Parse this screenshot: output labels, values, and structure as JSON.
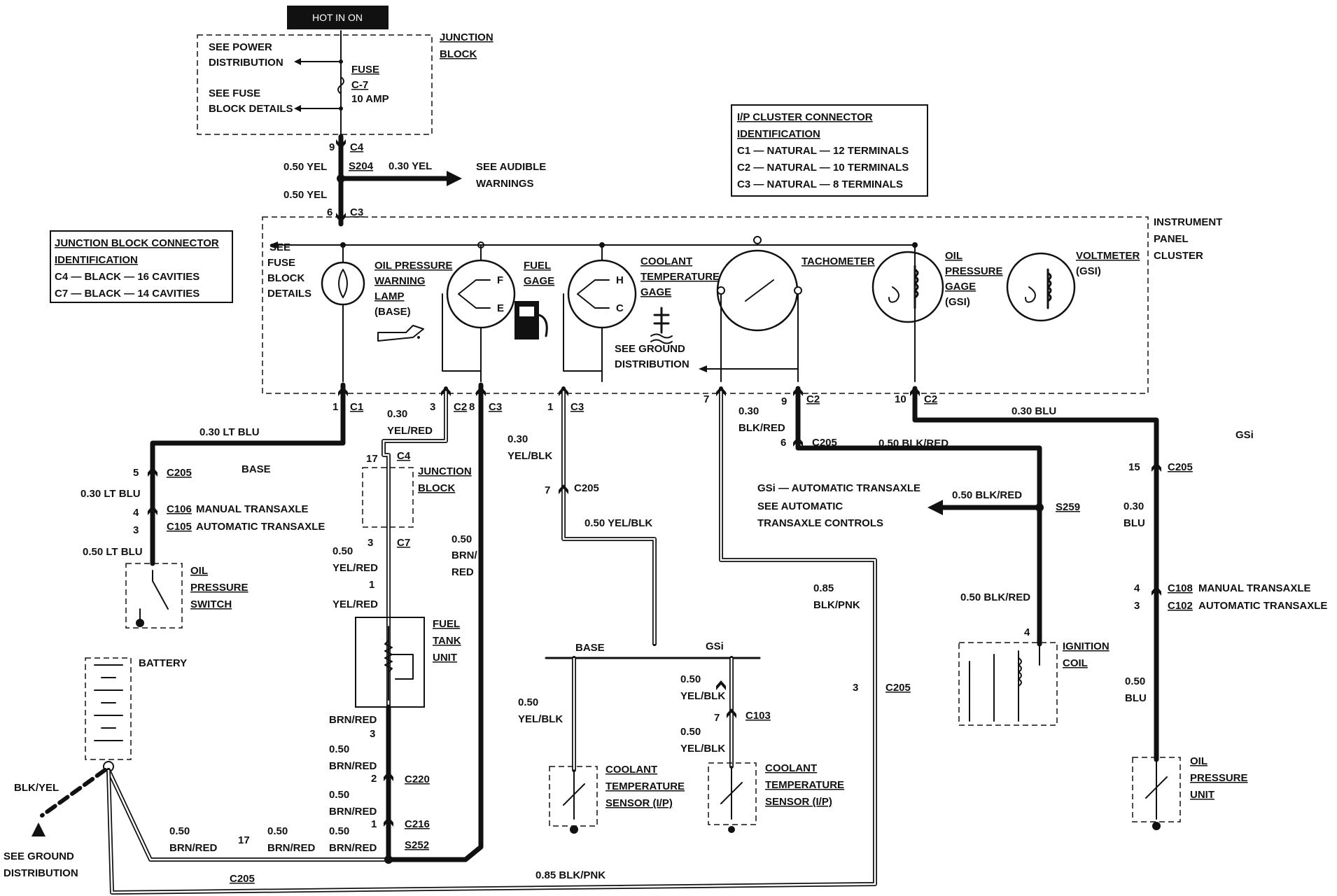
{
  "hot_in_on": "HOT IN ON",
  "junction_block_top": {
    "title": [
      "JUNCTION",
      "BLOCK"
    ],
    "see_power": [
      "SEE POWER",
      "DISTRIBUTION"
    ],
    "see_fuse": [
      "SEE FUSE",
      "BLOCK DETAILS"
    ],
    "fuse": [
      "FUSE",
      "C-7",
      "10 AMP"
    ]
  },
  "top_feed": {
    "pin9": "9",
    "c4": "C4",
    "wire1": "0.50 YEL",
    "s204": "S204",
    "branch_wire": "0.30 YEL",
    "audible": [
      "SEE AUDIBLE",
      "WARNINGS"
    ],
    "wire2": "0.50 YEL",
    "pin6": "6",
    "c3": "C3"
  },
  "ip_cluster_id": {
    "title": [
      "I/P CLUSTER CONNECTOR",
      "IDENTIFICATION"
    ],
    "rows": [
      "C1 — NATURAL — 12 TERMINALS",
      "C2 — NATURAL — 10 TERMINALS",
      "C3 — NATURAL — 8 TERMINALS"
    ]
  },
  "junction_conn_id": {
    "title": [
      "JUNCTION BLOCK CONNECTOR",
      "IDENTIFICATION"
    ],
    "rows": [
      "C4 — BLACK — 16 CAVITIES",
      "C7 — BLACK — 14 CAVITIES"
    ]
  },
  "cluster": {
    "title": [
      "INSTRUMENT",
      "PANEL",
      "CLUSTER"
    ],
    "see_fuse": [
      "SEE",
      "FUSE",
      "BLOCK",
      "DETAILS"
    ],
    "oil_lamp": [
      "OIL PRESSURE",
      "WARNING",
      "LAMP",
      "(BASE)"
    ],
    "fuel_gage": [
      "FUEL",
      "GAGE"
    ],
    "coolant_gage": [
      "COOLANT",
      "TEMPERATURE",
      "GAGE"
    ],
    "tachometer": "TACHOMETER",
    "oil_gage": [
      "OIL",
      "PRESSURE",
      "GAGE",
      "(GSI)"
    ],
    "voltmeter": [
      "VOLTMETER",
      "(GSI)"
    ],
    "see_ground": [
      "SEE GROUND",
      "DISTRIBUTION"
    ],
    "f": "F",
    "e": "E",
    "h": "H",
    "c": "C"
  },
  "pins": {
    "p1": "1",
    "c1": "C1",
    "p3": "3",
    "c2a": "C2",
    "p8": "8",
    "c3a": "C3",
    "p1b": "1",
    "c3b": "C3",
    "p7": "7",
    "p9": "9",
    "c2b": "C2",
    "p10": "10",
    "c2c": "C2"
  },
  "oil_switch_circuit": {
    "wire1": "0.30 LT BLU",
    "base": "BASE",
    "p5": "5",
    "c205": "C205",
    "wire2": "0.30 LT BLU",
    "p4": "4",
    "c106": "C106",
    "manual": "MANUAL TRANSAXLE",
    "p3": "3",
    "c105": "C105",
    "auto": "AUTOMATIC TRANSAXLE",
    "wire3": "0.50 LT BLU",
    "switch": [
      "OIL",
      "PRESSURE",
      "SWITCH"
    ]
  },
  "battery": {
    "label": "BATTERY",
    "blk_yel": "BLK/YEL",
    "see_ground": [
      "SEE GROUND",
      "DISTRIBUTION"
    ]
  },
  "fuel_circuit": {
    "wire1": [
      "0.30",
      "YEL/RED"
    ],
    "p17": "17",
    "c4": "C4",
    "jb": [
      "JUNCTION",
      "BLOCK"
    ],
    "p3": "3",
    "c7": "C7",
    "wire2": [
      "0.50",
      "YEL/RED"
    ],
    "p1": "1",
    "wire3": "YEL/RED",
    "tank": [
      "FUEL",
      "TANK",
      "UNIT"
    ],
    "wire4": "BRN/RED",
    "p3b": "3",
    "wire5": [
      "0.50",
      "BRN/RED"
    ],
    "p2": "2",
    "c220": "C220",
    "wire6": [
      "0.50",
      "BRN/RED"
    ],
    "p1b": "1",
    "c216": "C216",
    "wire7": [
      "0.50",
      "BRN/RED"
    ],
    "s252": "S252",
    "wire8": [
      "0.50",
      "BRN/RED"
    ],
    "p17b": "17",
    "wire9": [
      "0.50",
      "BRN/RED"
    ],
    "wire10": [
      "0.50",
      "BRN/",
      "RED"
    ]
  },
  "coolant_circuit": {
    "wire1": [
      "0.30",
      "YEL/BLK"
    ],
    "p7": "7",
    "c205": "C205",
    "wire2": "0.50 YEL/BLK",
    "base": "BASE",
    "gsi": "GSi",
    "wire3": [
      "0.50",
      "YEL/BLK"
    ],
    "wire4": [
      "0.50",
      "YEL/BLK"
    ],
    "p7b": "7",
    "c103": "C103",
    "wire5": [
      "0.50",
      "YEL/BLK"
    ],
    "sensor1": [
      "COOLANT",
      "TEMPERATURE",
      "SENSOR (I/P)"
    ],
    "sensor2": [
      "COOLANT",
      "TEMPERATURE",
      "SENSOR (I/P)"
    ]
  },
  "tach_circuit": {
    "wire1": [
      "0.30",
      "BLK/RED"
    ],
    "p6": "6",
    "c205": "C205",
    "wire2": "0.50 BLK/RED",
    "gsi_note": [
      "GSi — AUTOMATIC TRANSAXLE",
      "SEE AUTOMATIC",
      "TRANSAXLE CONTROLS"
    ],
    "wire3": "0.50 BLK/RED",
    "s259": "S259",
    "wire4": "0.50 BLK/RED",
    "p4": "4",
    "coil": [
      "IGNITION",
      "COIL"
    ]
  },
  "ground_circuit": {
    "wire1": [
      "0.85",
      "BLK/PNK"
    ],
    "p3": "3",
    "c205": "C205",
    "bottom_c205": "C205",
    "bottom_wire": "0.85 BLK/PNK"
  },
  "oil_unit_circuit": {
    "wire1": "0.30 BLU",
    "gsi": "GSi",
    "p15": "15",
    "c205": "C205",
    "wire2": [
      "0.30",
      "BLU"
    ],
    "p4": "4",
    "c108": "C108",
    "manual": "MANUAL TRANSAXLE",
    "p3": "3",
    "c102": "C102",
    "auto": "AUTOMATIC TRANSAXLE",
    "wire3": [
      "0.50",
      "BLU"
    ],
    "unit": [
      "OIL",
      "PRESSURE",
      "UNIT"
    ]
  }
}
